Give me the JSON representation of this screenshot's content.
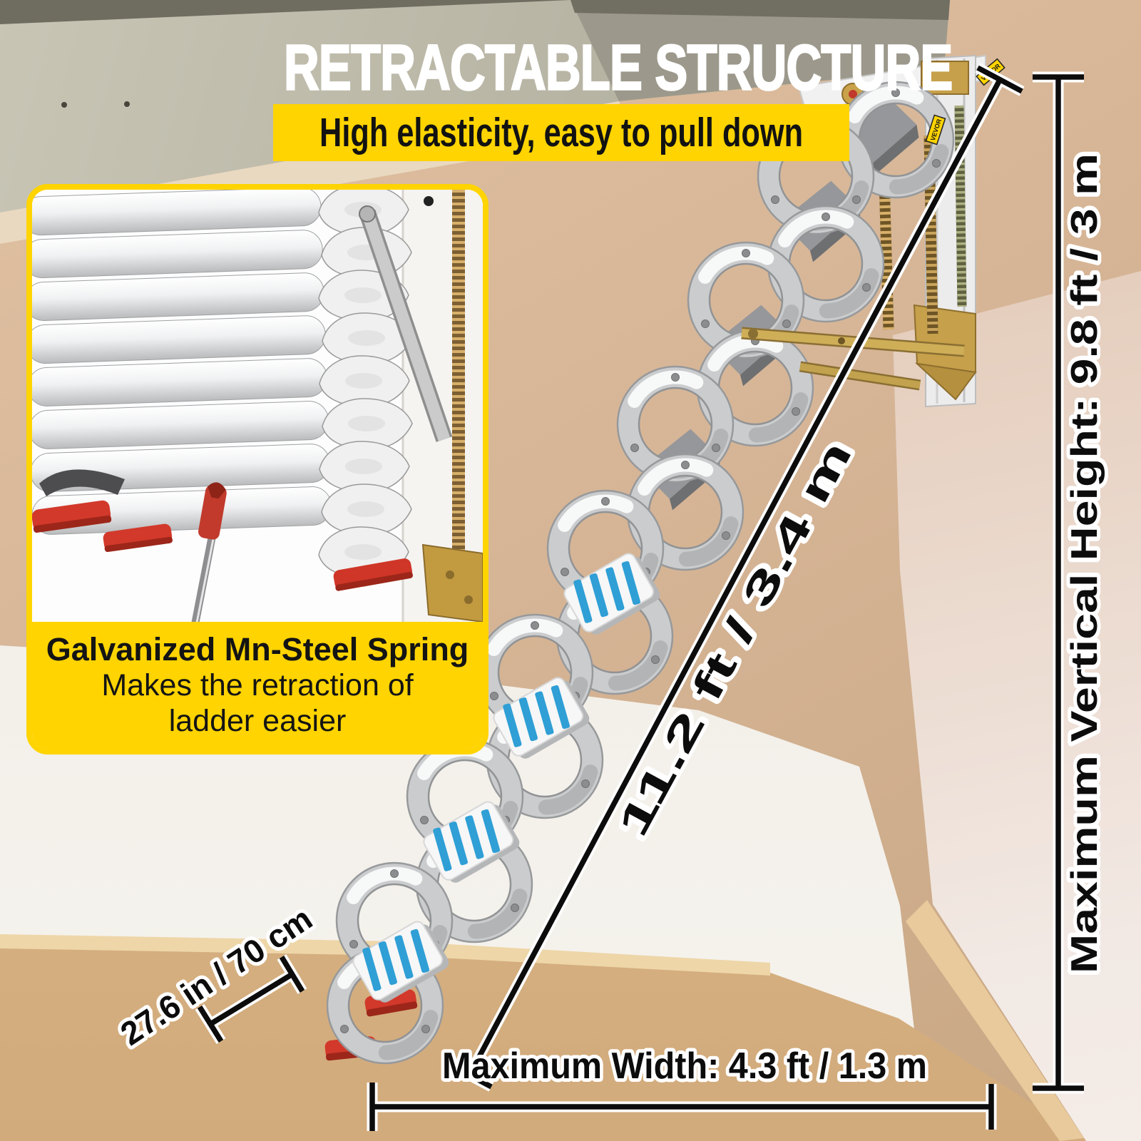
{
  "title": {
    "text": "RETRACTABLE STRUCTURE"
  },
  "banner": {
    "text": "High elasticity, easy to pull down"
  },
  "inset": {
    "heading": "Galvanized Mn-Steel Spring",
    "line1": "Makes the retraction of",
    "line2": "ladder easier"
  },
  "dimensions": {
    "ladder_length": "11.2 ft / 3.4 m",
    "max_vertical_height": "Maximum Vertical Height: 9.8 ft / 3 m",
    "max_width": "Maximum Width:  4.3 ft / 1.3 m",
    "step_width": "27.6 in / 70 cm"
  },
  "brand": {
    "label": "VEVOR"
  },
  "colors": {
    "accent_yellow": "#FFD400",
    "tread_blue": "#2f9fd6",
    "foot_red": "#d2392b",
    "dimension_line": "#0c0c0c",
    "wall_tan": "#d6b596",
    "floor_tan": "#d9b383"
  }
}
